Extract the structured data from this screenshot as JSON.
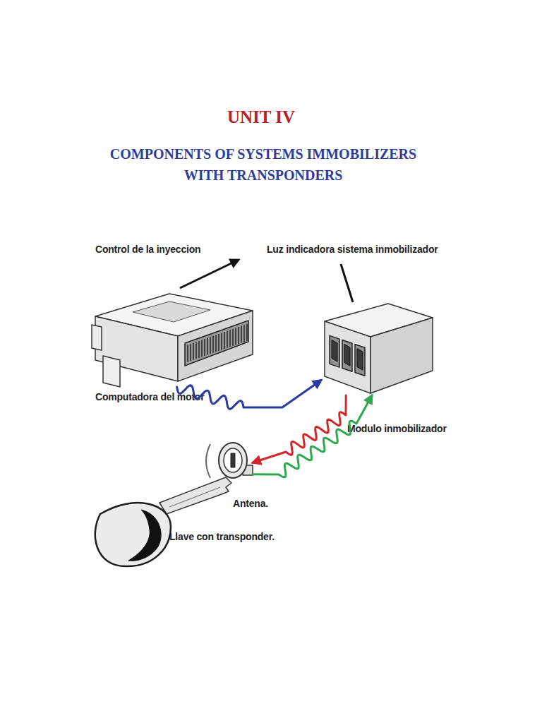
{
  "diagram": {
    "title": "UNIT IV",
    "nodes": [
      {
        "text": [
          "Computadora del motor"
        ]
      },
      {
        "text": [
          "Modulo inmobilizador"
        ]
      },
      {
        "text": [
          "Antena."
        ]
      },
      {
        "text": [
          "Llave con transponder."
        ]
      }
    ],
    "edges": [
      {
        "from": 0,
        "to": 1,
        "arrow": "to"
      },
      {
        "from": 1,
        "to": 2,
        "arrow": "to"
      },
      {
        "from": 2,
        "to": 1,
        "arrow": "to"
      }
    ],
    "labels": [
      "COMPONENTS OF SYSTEMS IMMOBILIZERS WITH TRANSPONDERS",
      "Control de la inyeccion",
      "Luz indicadora sistema inmobilizador"
    ]
  }
}
